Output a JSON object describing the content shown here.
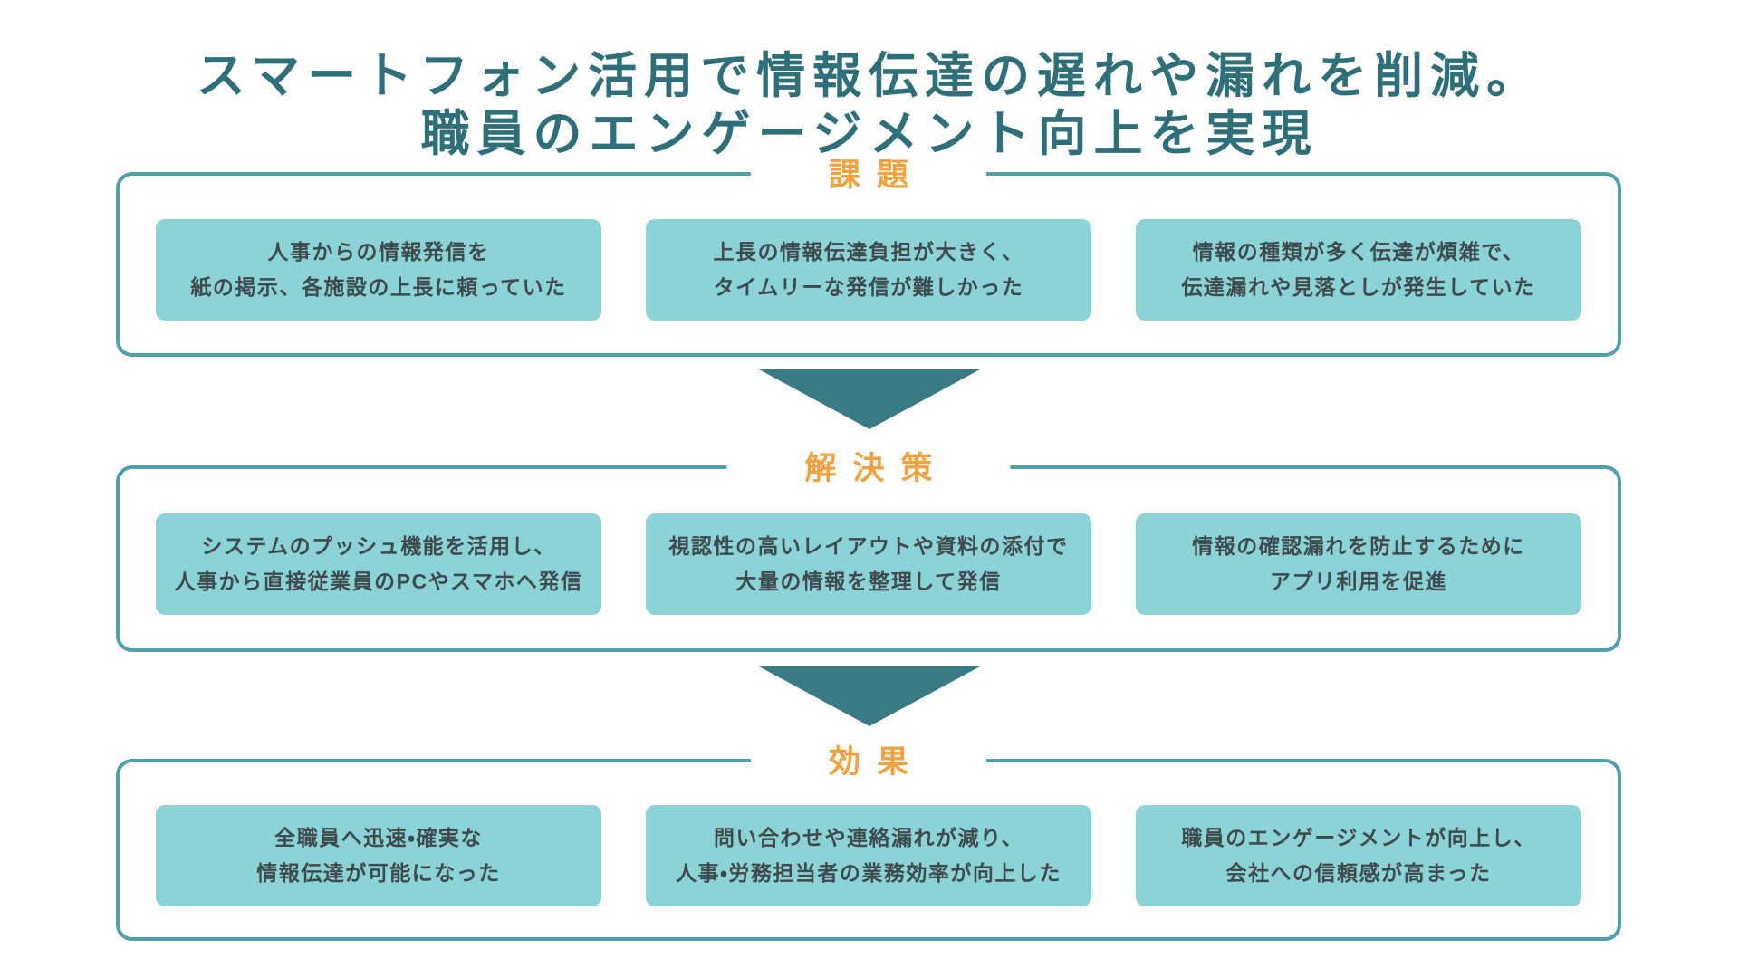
{
  "title": {
    "line1": "スマートフォン活用で情報伝達の遅れや漏れを削減。",
    "line2": "職員のエンゲージメント向上を実現"
  },
  "colors": {
    "title_text": "#2F6F7A",
    "section_border": "#4FA0AA",
    "box_fill": "#8CD3D8",
    "box_text": "#3F4A4C",
    "header_text": "#F0A23F",
    "arrow": "#3A7A85",
    "background": "#FFFFFF"
  },
  "sections": [
    {
      "label": "課題",
      "boxes": [
        {
          "line1": "人事からの情報発信を",
          "line2": "紙の掲示、各施設の上長に頼っていた"
        },
        {
          "line1": "上長の情報伝達負担が大きく、",
          "line2": "タイムリーな発信が難しかった"
        },
        {
          "line1": "情報の種類が多く伝達が煩雑で、",
          "line2": "伝達漏れや見落としが発生していた"
        }
      ]
    },
    {
      "label": "解決策",
      "boxes": [
        {
          "line1": "システムのプッシュ機能を活用し、",
          "line2": "人事から直接従業員のPCやスマホへ発信"
        },
        {
          "line1": "視認性の高いレイアウトや資料の添付で",
          "line2": "大量の情報を整理して発信"
        },
        {
          "line1": "情報の確認漏れを防止するために",
          "line2": "アプリ利用を促進"
        }
      ]
    },
    {
      "label": "効果",
      "boxes": [
        {
          "line1": "全職員へ迅速・確実な",
          "line2": "情報伝達が可能になった"
        },
        {
          "line1": "問い合わせや連絡漏れが減り、",
          "line2": "人事・労務担当者の業務効率が向上した"
        },
        {
          "line1": "職員のエンゲージメントが向上し、",
          "line2": "会社への信頼感が高まった"
        }
      ]
    }
  ]
}
